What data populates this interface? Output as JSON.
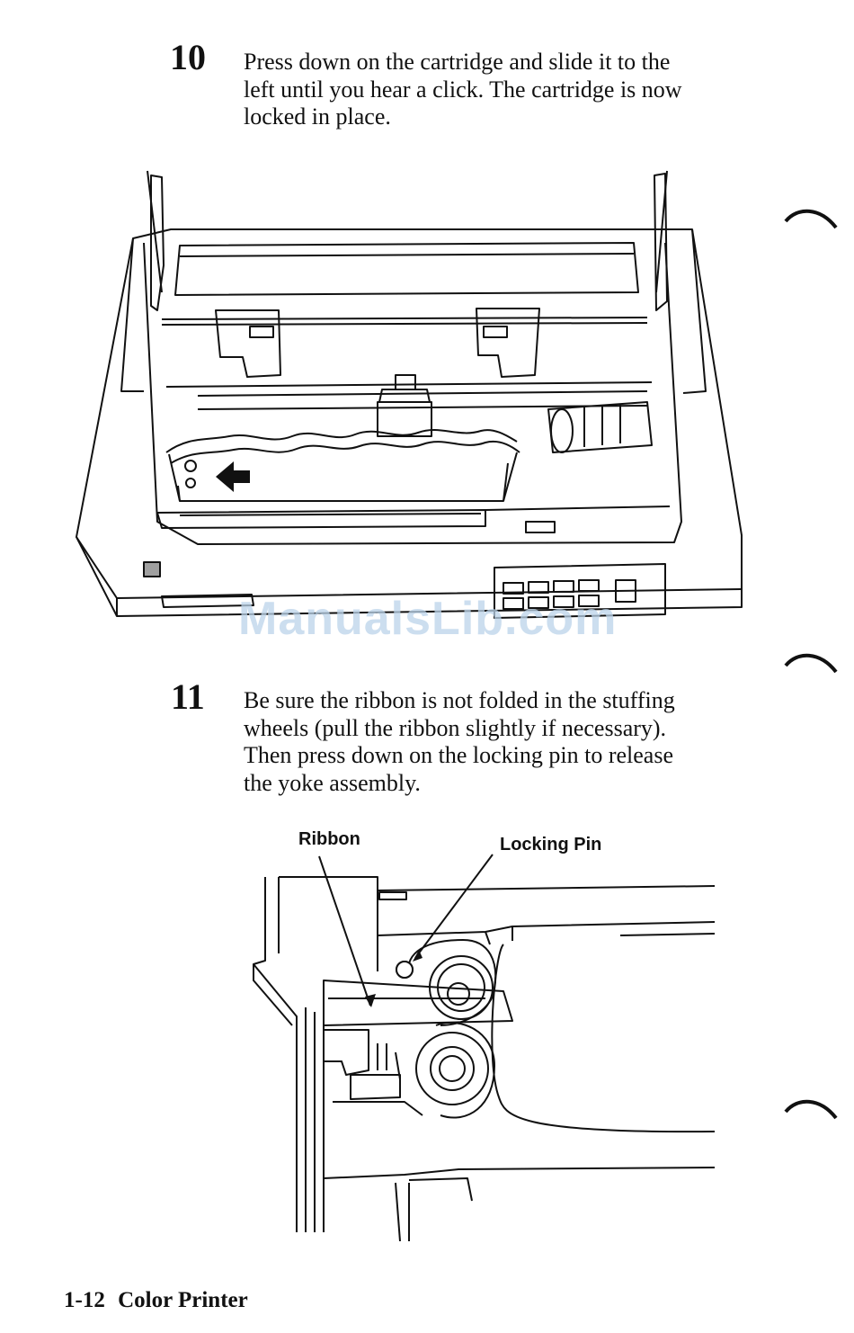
{
  "steps": [
    {
      "number": "10",
      "lines": [
        "Press down on the cartridge and slide it to the",
        "left until you hear a click.  The cartridge is now",
        "locked in place."
      ]
    },
    {
      "number": "11",
      "lines": [
        "Be sure the ribbon is not folded in the stuffing",
        "wheels (pull the ribbon slightly if necessary).",
        "Then press down on the locking pin to release",
        "the yoke assembly."
      ]
    }
  ],
  "figure2": {
    "callout_ribbon": "Ribbon",
    "callout_locking_pin": "Locking Pin"
  },
  "watermark": "ManualsLib.com",
  "footer": {
    "page": "1-12",
    "title": "Color Printer"
  }
}
